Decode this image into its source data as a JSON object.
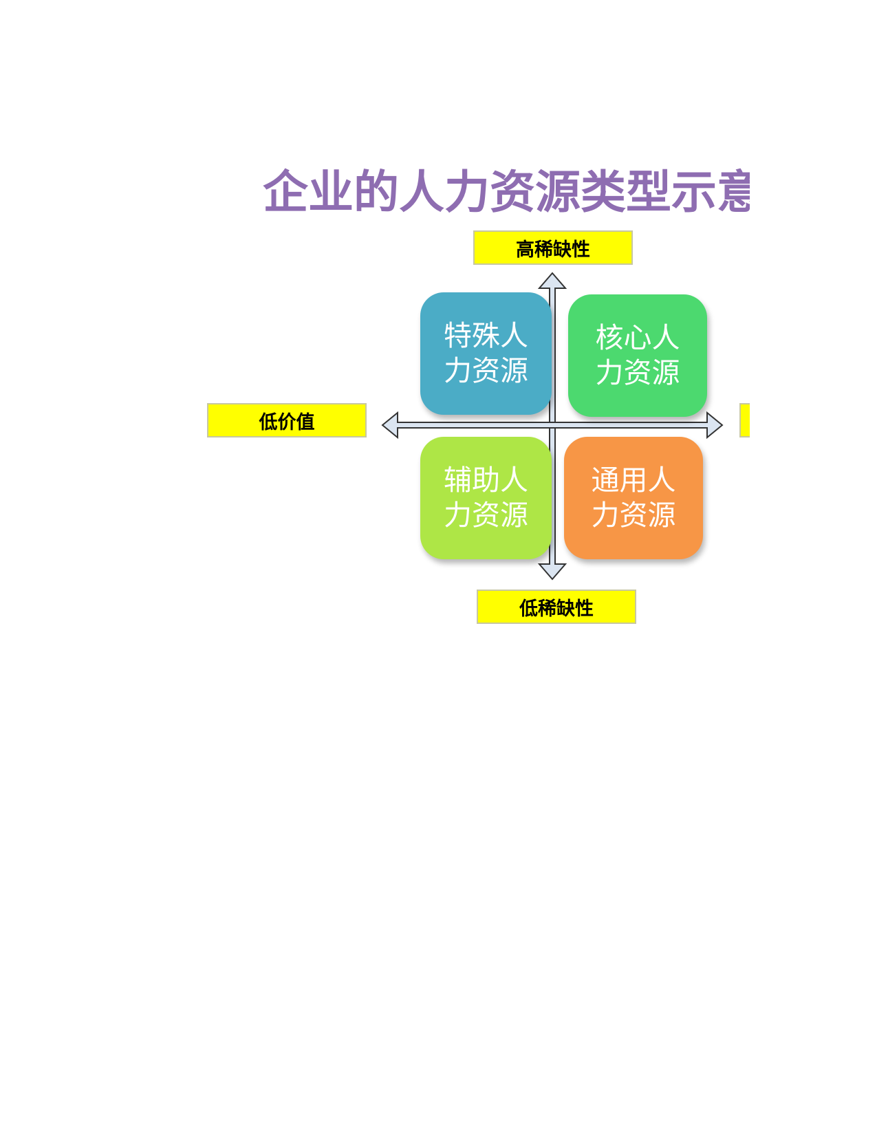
{
  "title": "企业的人力资源类型示意",
  "axes": {
    "top": "高稀缺性",
    "bottom": "低稀缺性",
    "left": "低价值",
    "right": ""
  },
  "quadrants": {
    "top_left": {
      "line1": "特殊人",
      "line2": "力资源",
      "color": "#4bacc6"
    },
    "top_right": {
      "line1": "核心人",
      "line2": "力资源",
      "color": "#4cd96f"
    },
    "bottom_left": {
      "line1": "辅助人",
      "line2": "力资源",
      "color": "#aee646"
    },
    "bottom_right": {
      "line1": "通用人",
      "line2": "力资源",
      "color": "#f79646"
    }
  },
  "colors": {
    "title": "#8e6db1",
    "axis_label_bg": "#ffff00",
    "arrow_fill": "#dbe5f1",
    "arrow_stroke": "#333333"
  }
}
